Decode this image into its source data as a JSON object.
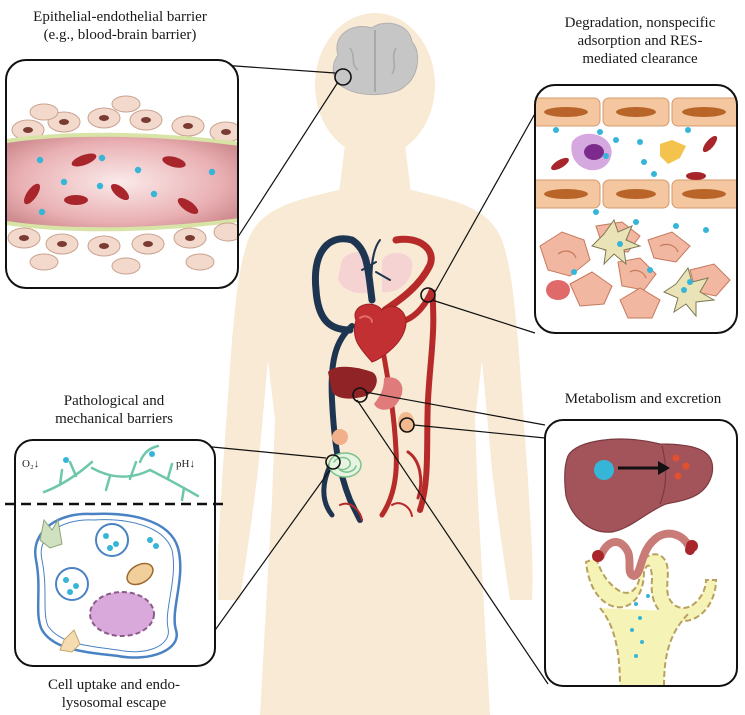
{
  "labels": {
    "bbb_line1": "Epithelial-endothelial barrier",
    "bbb_line2": "(e.g., blood-brain barrier)",
    "res_line1": "Degradation, nonspecific",
    "res_line2": "adsorption and RES-",
    "res_line3": "mediated clearance",
    "path_line1": "Pathological and",
    "path_line2": "mechanical barriers",
    "metab": "Metabolism and excretion",
    "cell_line1": "Cell uptake and endo-",
    "cell_line2": "lysosomal escape"
  },
  "panel_text": {
    "o2": "O₂↓",
    "ph": "pH↓"
  },
  "colors": {
    "body": "#f8ead4",
    "artery": "#b72a2a",
    "vein": "#1e3552",
    "nanoparticle": "#35b6d8",
    "rbc": "#a8262b",
    "liver": "#a3545a"
  }
}
